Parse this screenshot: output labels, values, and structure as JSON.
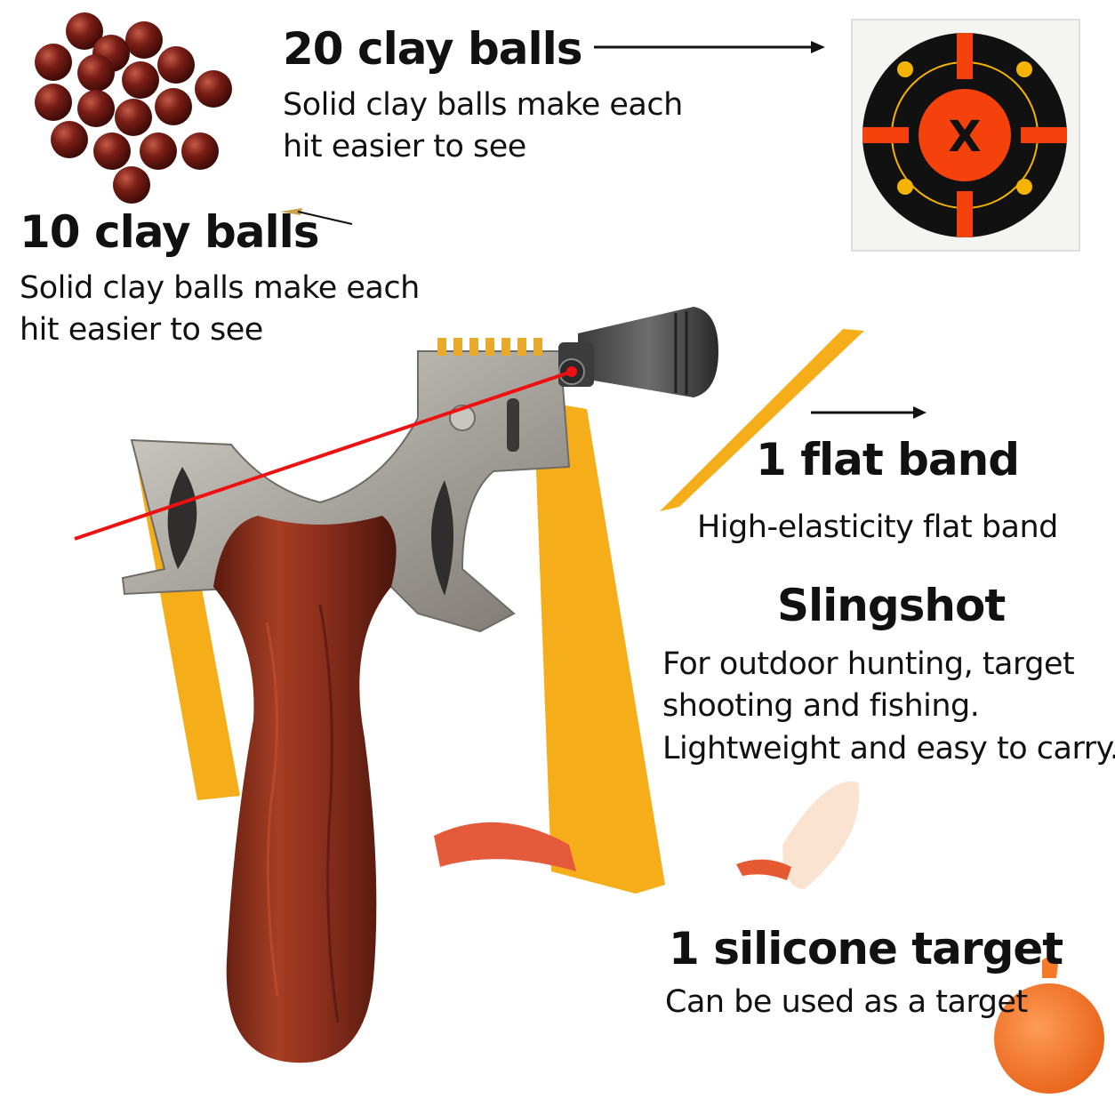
{
  "captions": {
    "balls20": {
      "title": "20 clay balls",
      "lines": [
        "Solid clay balls make each",
        "hit easier to see"
      ]
    },
    "balls10": {
      "title": "10 clay balls",
      "lines": [
        "Solid clay balls make each",
        "hit easier to see"
      ]
    },
    "flat_band": {
      "title": "1 flat band",
      "lines": [
        "High-elasticity flat band"
      ]
    },
    "slingshot": {
      "title": "Slingshot",
      "lines": [
        "For outdoor hunting, target",
        "shooting and fishing.",
        "Lightweight and easy to carry."
      ]
    },
    "silicone_target": {
      "title": "1 silicone target",
      "lines": [
        "Can be used as a target"
      ]
    }
  },
  "target_sheet": {
    "mark": "X"
  },
  "colors": {
    "clay_ball": "#7a1e16",
    "band": "#f5ad1a",
    "wood": "#8a2e1c",
    "steel": "#a8a49e",
    "laser": "#ee1111",
    "target_orange": "#f5420d",
    "target_black": "#111111",
    "target_yellow": "#f6b400",
    "silicone_orange": "#f47a28"
  },
  "icons": [
    "clay-balls-cluster",
    "paper-target-icon",
    "slingshot-illustration",
    "flat-band-strip",
    "silicone-target-disc",
    "arrow-right-icon"
  ]
}
